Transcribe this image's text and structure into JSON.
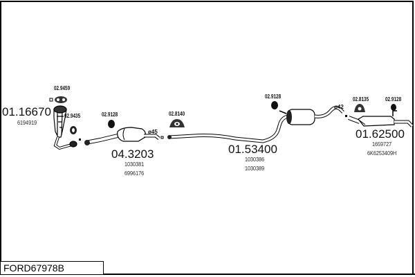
{
  "reference": "FORD67978B",
  "parts": [
    {
      "id": "front-pipe",
      "part_number": "01.16670",
      "oem_numbers": [
        "6194919"
      ]
    },
    {
      "id": "catalytic-converter",
      "part_number": "04.3203",
      "oem_numbers": [
        "1030381",
        "6996176"
      ]
    },
    {
      "id": "middle-silencer",
      "part_number": "01.53400",
      "oem_numbers": [
        "1030386",
        "1030389"
      ]
    },
    {
      "id": "rear-silencer",
      "part_number": "01.62500",
      "oem_numbers": [
        "1659727",
        "6K6253409H"
      ]
    }
  ],
  "accessories": [
    {
      "id": "flange-gasket-front",
      "code": "02.9459"
    },
    {
      "id": "rubber-mount-front",
      "code": "02.9435"
    },
    {
      "id": "rubber-mount-cat",
      "code": "02.9128"
    },
    {
      "id": "clamp-cat",
      "code": "02.8140"
    },
    {
      "id": "rubber-mount-middle",
      "code": "02.9128"
    },
    {
      "id": "clamp-rear",
      "code": "02.8135"
    },
    {
      "id": "rubber-mount-rear",
      "code": "02.9128"
    }
  ],
  "diameters": [
    {
      "id": "cat-outlet",
      "label": "ø45"
    },
    {
      "id": "middle-outlet",
      "label": "ø42"
    }
  ]
}
